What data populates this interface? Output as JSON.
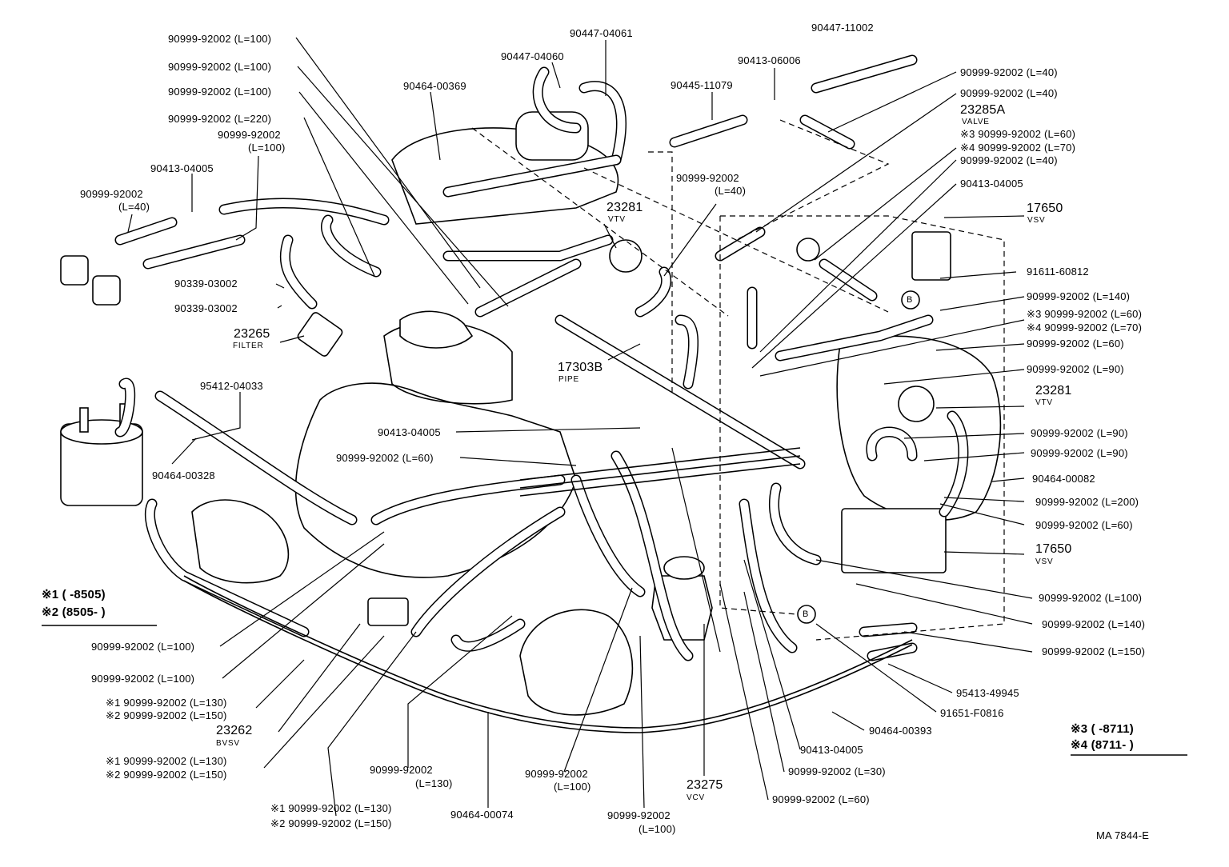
{
  "labels": {
    "l_90999_100_a": "90999-92002 (L=100)",
    "l_90999_100_b": "90999-92002 (L=100)",
    "l_90999_100_c": "90999-92002 (L=100)",
    "l_90999_220": "90999-92002 (L=220)",
    "l_90999_100_d1": "90999-92002",
    "l_90999_100_d2": "(L=100)",
    "l_90413_04005_a": "90413-04005",
    "l_90999_40_a1": "90999-92002",
    "l_90999_40_a2": "(L=40)",
    "l_90339_a": "90339-03002",
    "l_90339_b": "90339-03002",
    "l_23265": "23265",
    "l_filter": "FILTER",
    "l_95412": "95412-04033",
    "l_90464_00328": "90464-00328",
    "l_90447_04061": "90447-04061",
    "l_90447_04060": "90447-04060",
    "l_90464_00369": "90464-00369",
    "l_90447_11002": "90447-11002",
    "l_90413_06006": "90413-06006",
    "l_90445_11079": "90445-11079",
    "l_90999_40_b": "90999-92002 (L=40)",
    "l_90999_40_c": "90999-92002 (L=40)",
    "l_23285a": "23285A",
    "l_valve": "VALVE",
    "l_m3_60_a": "※3 90999-92002 (L=60)",
    "l_m4_70_a": "※4 90999-92002 (L=70)",
    "l_90999_40_d": "90999-92002 (L=40)",
    "l_90413_04005_b": "90413-04005",
    "l_17650_a": "17650",
    "l_vsv_a": "VSV",
    "l_91611": "91611-60812",
    "l_90999_140_a": "90999-92002 (L=140)",
    "l_m3_60_b": "※3 90999-92002 (L=60)",
    "l_m4_70_b": "※4 90999-92002 (L=70)",
    "l_90999_60_a": "90999-92002 (L=60)",
    "l_90999_90_a": "90999-92002 (L=90)",
    "l_23281_b": "23281",
    "l_vtv_b": "VTV",
    "l_90999_90_b": "90999-92002 (L=90)",
    "l_90999_90_c": "90999-92002 (L=90)",
    "l_90464_00082": "90464-00082",
    "l_90999_200": "90999-92002 (L=200)",
    "l_90999_60_b": "90999-92002 (L=60)",
    "l_17650_b": "17650",
    "l_vsv_b": "VSV",
    "l_90999_100_e": "90999-92002 (L=100)",
    "l_90999_140_b": "90999-92002 (L=140)",
    "l_90999_150": "90999-92002 (L=150)",
    "l_95413": "95413-49945",
    "l_91651": "91651-F0816",
    "l_90464_00393": "90464-00393",
    "l_90413_04005_c": "90413-04005",
    "l_90999_30": "90999-92002 (L=30)",
    "l_90999_60_c": "90999-92002 (L=60)",
    "l_23275": "23275",
    "l_vcv": "VCV",
    "l_90999_100_f1": "90999-92002",
    "l_90999_100_f2": "(L=100)",
    "l_90464_00074": "90464-00074",
    "l_90999_100_g1": "90999-92002",
    "l_90999_100_g2": "(L=100)",
    "l_90999_130_1": "90999-92002",
    "l_90999_130_2": "(L=130)",
    "l_m1_130_c": "※1 90999-92002 (L=130)",
    "l_m2_150_c": "※2 90999-92002 (L=150)",
    "l_m1_130_b": "※1 90999-92002 (L=130)",
    "l_m2_150_b": "※2 90999-92002 (L=150)",
    "l_23262": "23262",
    "l_bvsv": "BVSV",
    "l_m1_130_a": "※1 90999-92002 (L=130)",
    "l_m2_150_a": "※2 90999-92002 (L=150)",
    "l_90999_100_h": "90999-92002 (L=100)",
    "l_90999_100_i": "90999-92002 (L=100)",
    "l_90413_04005_d": "90413-04005",
    "l_90999_60_d": "90999-92002 (L=60)",
    "l_23281_a": "23281",
    "l_vtv_a": "VTV",
    "l_90999_40_e1": "90999-92002",
    "l_90999_40_e2": "(L=40)",
    "l_17303b": "17303B",
    "l_pipe": "PIPE",
    "l_b1": "B",
    "l_b2": "B"
  },
  "legend_left": {
    "row1": "※1 (      -8505)",
    "row2": "※2 (8505-         )"
  },
  "legend_right": {
    "row1": "※3 (      -8711)",
    "row2": "※4 (8711-         )"
  },
  "code": "MA 7844-E"
}
